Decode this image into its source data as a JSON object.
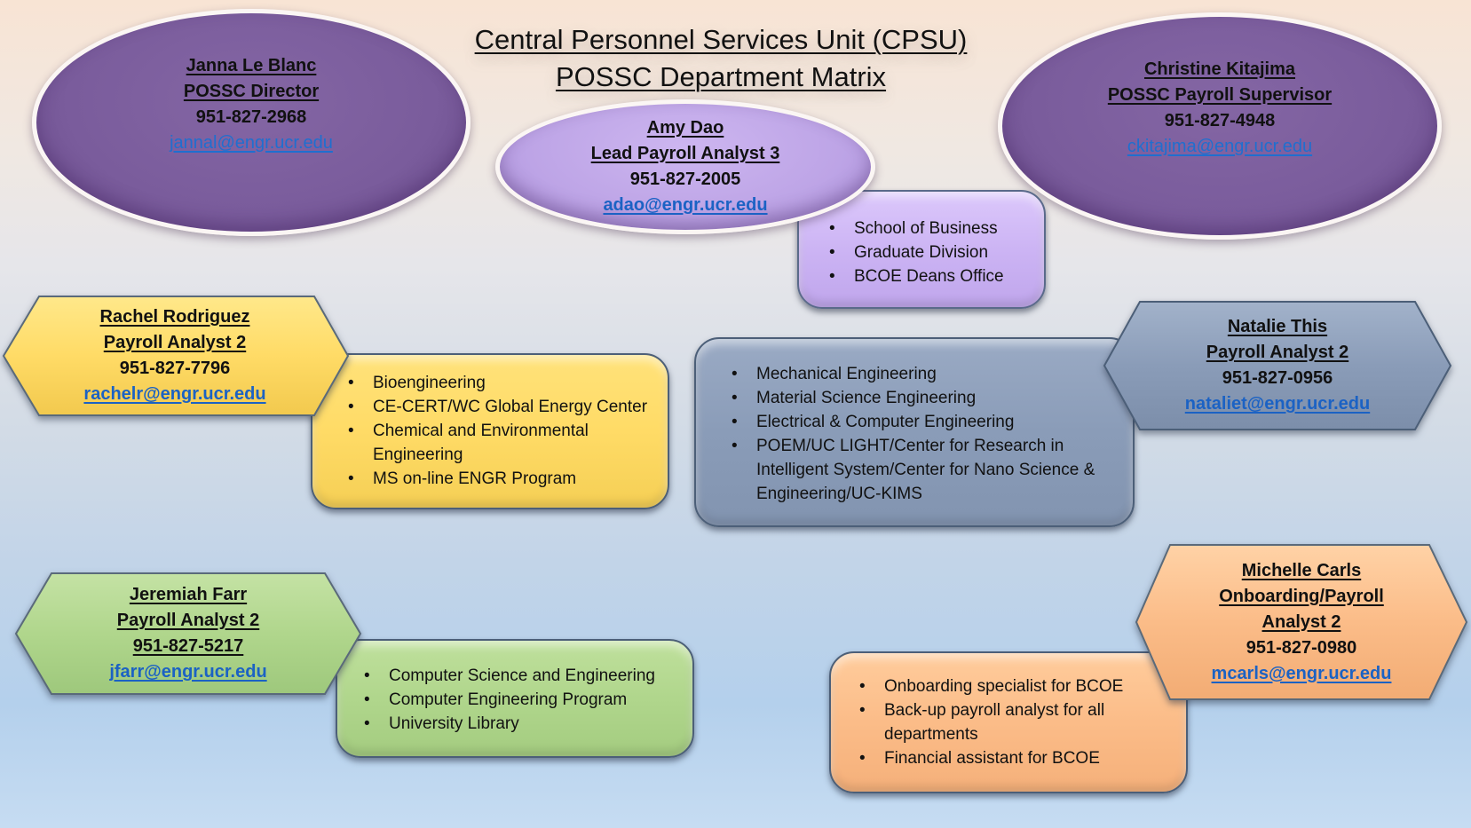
{
  "title": {
    "line1": "Central Personnel Services Unit (CPSU)",
    "line2": "POSSC Department Matrix"
  },
  "colors": {
    "director_purple": "#7a5c9c",
    "lead_lilac": "#bda4e6",
    "yellow": "#ffdb66",
    "slate_blue": "#8a9cb8",
    "green": "#b0d68c",
    "orange": "#fbbc88",
    "link_blue": "#1f6fcf"
  },
  "people": {
    "director": {
      "name": "Janna Le Blanc",
      "title": "POSSC Director",
      "phone": "951-827-2968",
      "email": "jannal@engr.ucr.edu"
    },
    "lead": {
      "name": "Amy Dao",
      "title": "Lead Payroll Analyst 3",
      "phone": "951-827-2005",
      "email": "adao@engr.ucr.edu",
      "departments": [
        "School of Business",
        "Graduate Division",
        "BCOE Deans Office"
      ]
    },
    "supervisor": {
      "name": "Christine Kitajima",
      "title": "POSSC Payroll Supervisor",
      "phone": "951-827-4948",
      "email": "ckitajima@engr.ucr.edu"
    },
    "rachel": {
      "name": "Rachel Rodriguez",
      "title": "Payroll Analyst 2",
      "phone": "951-827-7796",
      "email": "rachelr@engr.ucr.edu",
      "departments": [
        "Bioengineering",
        "CE-CERT/WC Global Energy Center",
        "Chemical and Environmental Engineering",
        "MS on-line ENGR Program"
      ]
    },
    "natalie": {
      "name": "Natalie This",
      "title": "Payroll Analyst 2",
      "phone": "951-827-0956",
      "email": "nataliet@engr.ucr.edu",
      "departments": [
        "Mechanical Engineering",
        "Material Science Engineering",
        "Electrical & Computer Engineering",
        "POEM/UC LIGHT/Center for Research in Intelligent System/Center for Nano Science & Engineering/UC-KIMS"
      ]
    },
    "jeremiah": {
      "name": "Jeremiah Farr",
      "title": "Payroll Analyst 2",
      "phone": "951-827-5217",
      "email": "jfarr@engr.ucr.edu",
      "departments": [
        "Computer Science and Engineering",
        "Computer Engineering Program",
        "University Library"
      ]
    },
    "michelle": {
      "name": "Michelle Carls",
      "title_line1": "Onboarding/Payroll",
      "title_line2": "Analyst 2",
      "phone": "951-827-0980",
      "email": "mcarls@engr.ucr.edu",
      "departments": [
        "Onboarding specialist for BCOE",
        "Back-up payroll analyst for all departments",
        "Financial assistant for BCOE"
      ]
    }
  },
  "bullet_glyph": "•"
}
